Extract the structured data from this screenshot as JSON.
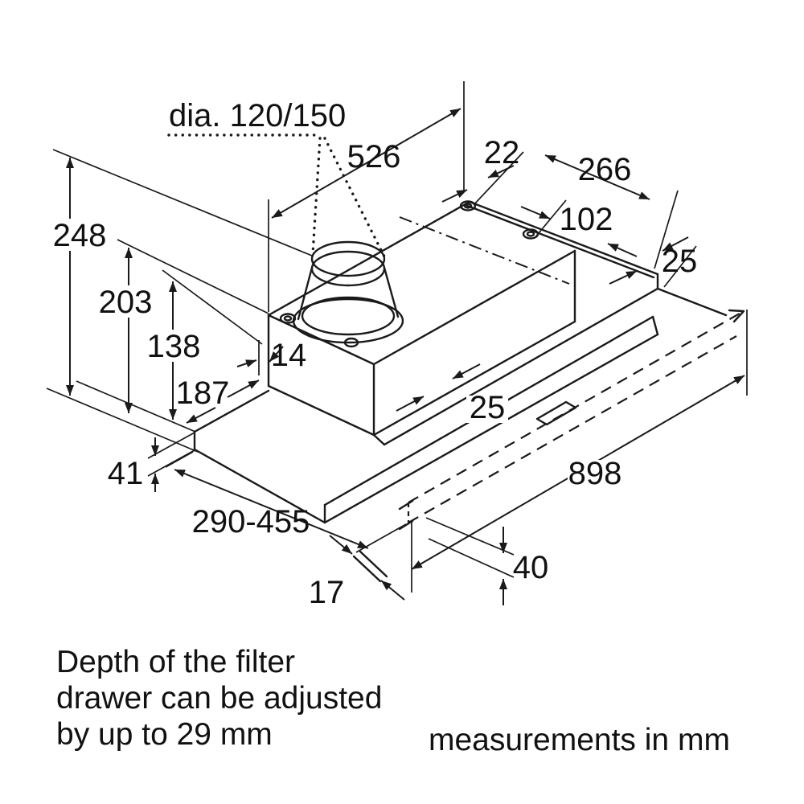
{
  "diagram": {
    "kind": "appliance installation dimension drawing (telescopic cooker hood)",
    "units_note": "measurements in mm",
    "note": {
      "line1": "Depth of the filter",
      "line2": "drawer can be adjusted",
      "line3": "by up to 29 mm"
    },
    "dimensions": {
      "duct_diameter": "dia. 120/150",
      "top_width": "526",
      "back_offset": "22",
      "top_depth": "266",
      "screw_pos": "102",
      "front_step": "25",
      "total_height": "248",
      "body_height": "203",
      "canopy_height": "138",
      "visor_depth": "187",
      "side_gap": "14",
      "front_strip": "25",
      "visor_height": "41",
      "depth_range": "290-455",
      "width": "898",
      "lip": "17",
      "drawer_front_height": "40"
    },
    "colors": {
      "line": "#1a1a1a",
      "background": "#ffffff"
    }
  }
}
